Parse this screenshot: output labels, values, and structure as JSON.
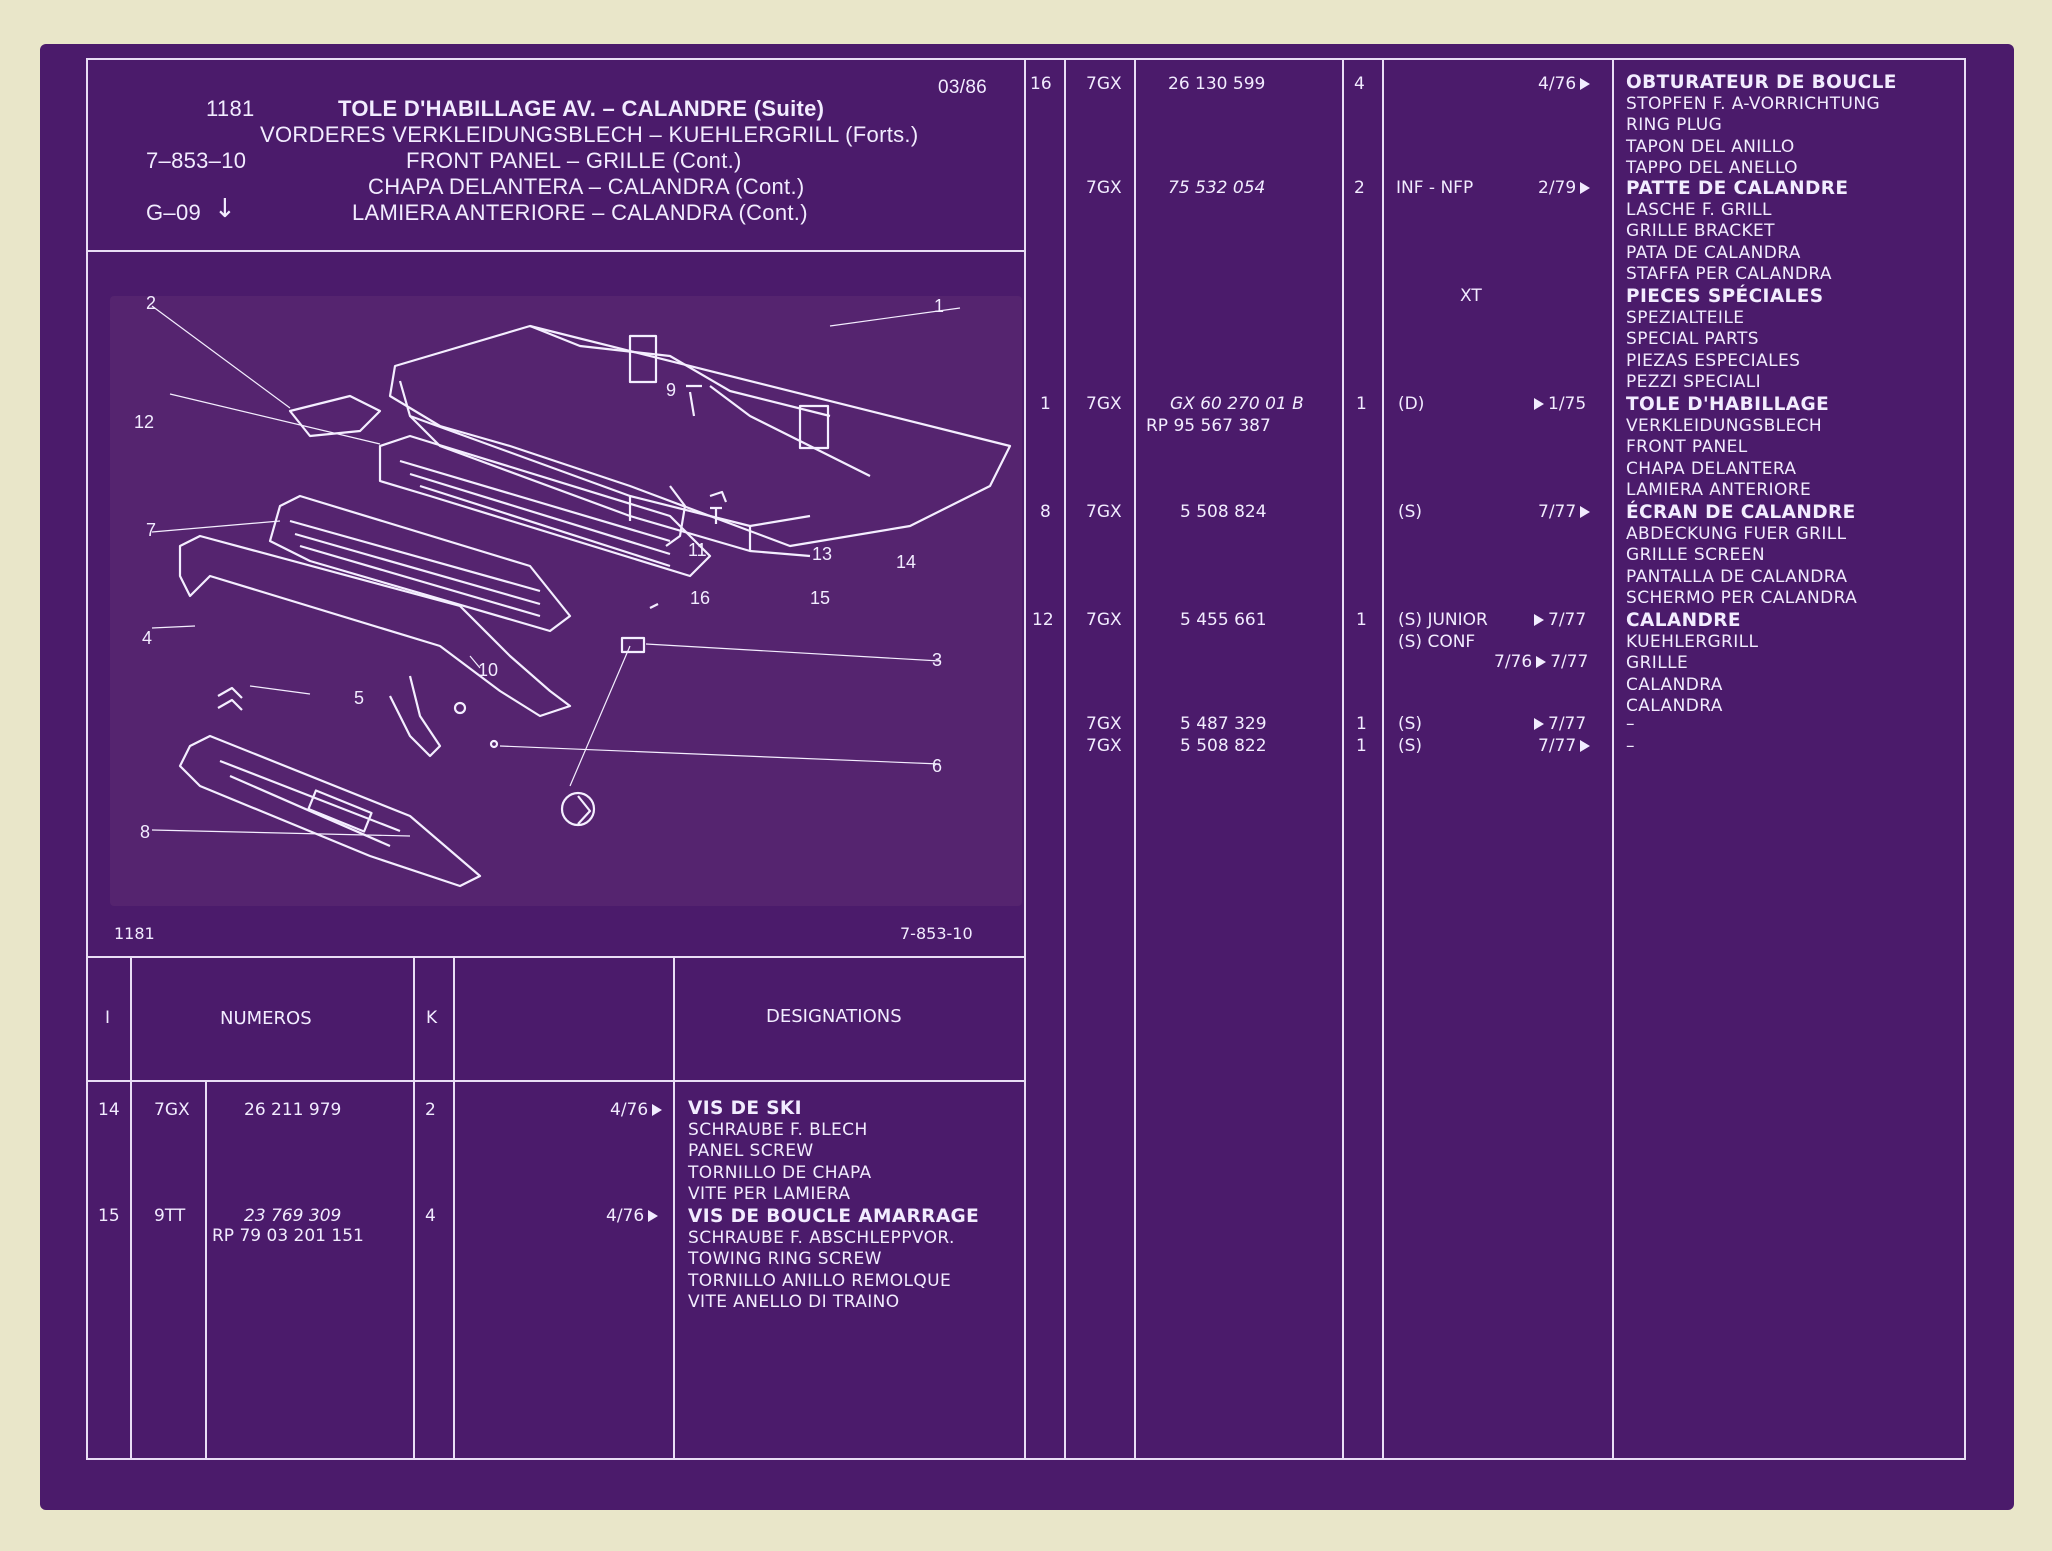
{
  "header": {
    "code": "1181",
    "date": "03/86",
    "ref": "7–853–10",
    "group": "G–09",
    "title_fr": "TOLE D'HABILLAGE AV. – CALANDRE (Suite)",
    "title_de": "VORDERES VERKLEIDUNGSBLECH – KUEHLERGRILL (Forts.)",
    "title_en": "FRONT PANEL – GRILLE (Cont.)",
    "title_es": "CHAPA DELANTERA – CALANDRA (Cont.)",
    "title_it": "LAMIERA ANTERIORE – CALANDRA (Cont.)"
  },
  "diagram": {
    "footer_left": "1181",
    "footer_right": "7-853-10",
    "callouts": [
      "1",
      "2",
      "3",
      "4",
      "5",
      "6",
      "7",
      "8",
      "9",
      "10",
      "11",
      "12",
      "13",
      "14",
      "15",
      "16"
    ]
  },
  "columns": {
    "i": "I",
    "numeros": "NUMEROS",
    "k": "K",
    "designations": "DESIGNATIONS"
  },
  "left_rows": [
    {
      "index": "14",
      "prefix": "7GX",
      "number": "26  211  979",
      "number2": "",
      "qty": "2",
      "date": "4/76",
      "desc": [
        "VIS DE SKI",
        "SCHRAUBE F. BLECH",
        "PANEL SCREW",
        "TORNILLO DE CHAPA",
        "VITE PER LAMIERA"
      ]
    },
    {
      "index": "15",
      "prefix": "9TT",
      "number": "23  769  309",
      "number2": "RP  79  03  201  151",
      "qty": "4",
      "date": "4/76",
      "desc": [
        "VIS DE BOUCLE AMARRAGE",
        "SCHRAUBE F. ABSCHLEPPVOR.",
        "TOWING RING SCREW",
        "TORNILLO ANILLO REMOLQUE",
        "VITE ANELLO DI TRAINO"
      ]
    }
  ],
  "right_rows": [
    {
      "index": "16",
      "prefix": "7GX",
      "number": "26  130  599",
      "number2": "",
      "qty": "4",
      "note": "",
      "date": "4/76",
      "desc": [
        "OBTURATEUR DE BOUCLE",
        "STOPFEN F. A-VORRICHTUNG",
        "RING PLUG",
        "TAPON DEL ANILLO",
        "TAPPO DEL ANELLO"
      ]
    },
    {
      "index": "",
      "prefix": "7GX",
      "number": "75  532  054",
      "number2": "",
      "qty": "2",
      "note": "INF - NFP",
      "date": "2/79",
      "desc": [
        "PATTE DE CALANDRE",
        "LASCHE F. GRILL",
        "GRILLE BRACKET",
        "PATA DE CALANDRA",
        "STAFFA PER CALANDRA"
      ]
    },
    {
      "index": "",
      "prefix": "",
      "number": "",
      "number2": "",
      "qty": "",
      "note": "XT",
      "date": "",
      "desc": [
        "PIECES SPÉCIALES",
        "SPEZIALTEILE",
        "SPECIAL PARTS",
        "PIEZAS ESPECIALES",
        "PEZZI SPECIALI"
      ]
    },
    {
      "index": "1",
      "prefix": "7GX",
      "number": "GX  60  270  01 B",
      "number2": "RP 95  567  387",
      "qty": "1",
      "note": "(D)",
      "date": "1/75",
      "desc": [
        "TOLE D'HABILLAGE",
        "VERKLEIDUNGSBLECH",
        "FRONT PANEL",
        "CHAPA DELANTERA",
        "LAMIERA ANTERIORE"
      ]
    },
    {
      "index": "8",
      "prefix": "7GX",
      "number": "5  508  824",
      "number2": "",
      "qty": "",
      "note": "(S)",
      "date": "7/77",
      "desc": [
        "ÉCRAN DE CALANDRE",
        "ABDECKUNG FUER GRILL",
        "GRILLE SCREEN",
        "PANTALLA DE CALANDRA",
        "SCHERMO PER CALANDRA"
      ]
    },
    {
      "index": "12",
      "prefix": "7GX",
      "number": "5  455  661",
      "number2": "",
      "qty": "1",
      "note": "(S) JUNIOR",
      "note2": "(S) CONF",
      "date": "7/77",
      "date2": "7/76",
      "date2b": "7/77",
      "desc": [
        "CALANDRE",
        "KUEHLERGRILL",
        "GRILLE",
        "CALANDRA",
        "CALANDRA"
      ]
    },
    {
      "index": "",
      "prefix": "7GX",
      "number": "5  487  329",
      "number2": "",
      "qty": "1",
      "note": "(S)",
      "date": "7/77",
      "desc": [
        "–"
      ]
    },
    {
      "index": "",
      "prefix": "7GX",
      "number": "5  508  822",
      "number2": "",
      "qty": "1",
      "note": "(S)",
      "date": "7/77",
      "desc": [
        "–"
      ]
    }
  ]
}
